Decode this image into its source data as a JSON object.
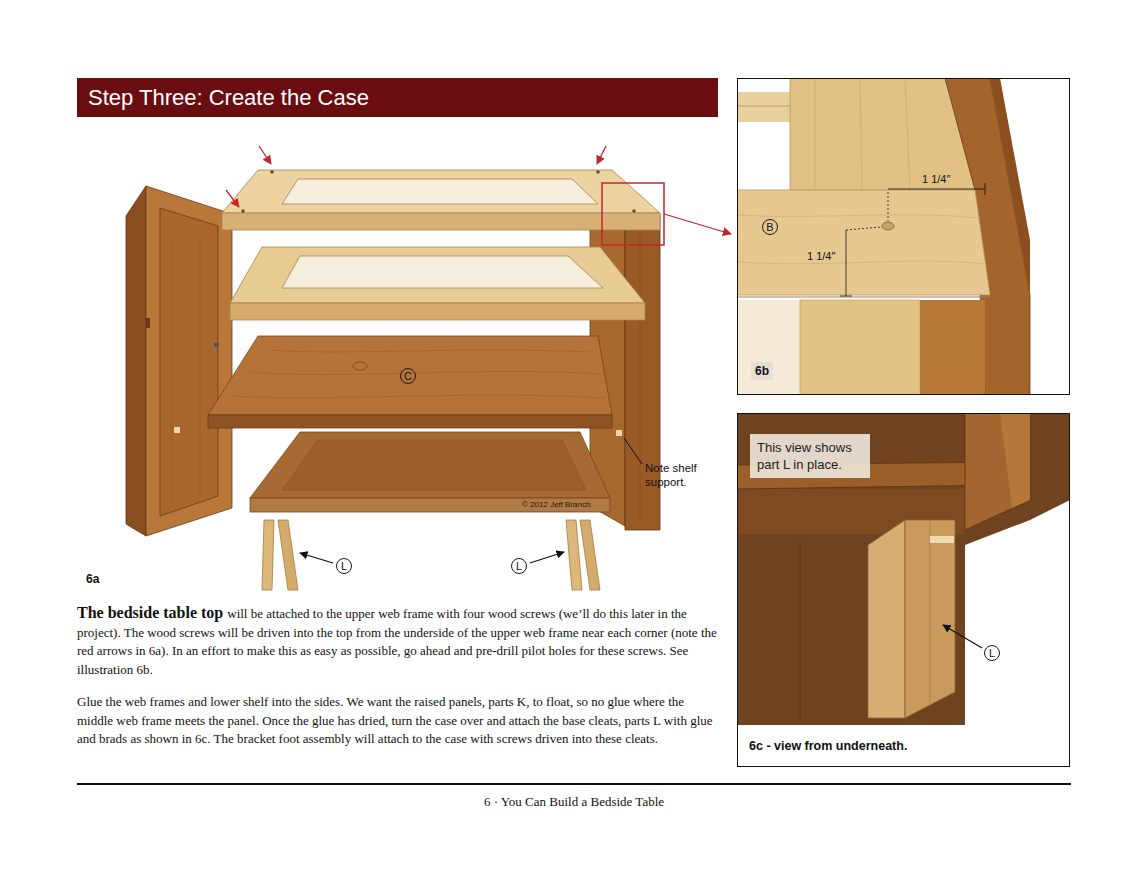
{
  "diagram": {
    "title": "Step Three: Create the Case",
    "nodes": [
      {
        "text": [
          "C"
        ]
      },
      {
        "text": [
          "L"
        ]
      },
      {
        "text": [
          "L"
        ]
      },
      {
        "text": [
          "6b"
        ]
      },
      {
        "text": [
          "B"
        ],
        "in": 3
      },
      {
        "text": [
          "6c - view from underneath."
        ]
      },
      {
        "text": [
          "This view shows part L in place."
        ],
        "in": 5
      },
      {
        "text": [
          "L"
        ],
        "in": 5
      }
    ],
    "labels": [
      "Note shelf support.",
      "© 2012 Jeff Branch",
      "6a",
      "1 1/4″",
      "1 1/4″",
      "The bedside table top",
      "will be attached to the upper web frame with four wood screws (we’ll do this later in the project). The wood screws will be driven into the top from the underside of the upper web frame near each corner (note the red arrows in 6a). In an effort to make this as easy as possible, go ahead and pre-drill pilot holes for these screws. See illustration 6b.",
      "Glue the web frames and lower shelf into the sides. We want the raised panels, parts K, to float, so no glue where the middle web frame meets the panel. Once the glue has dried, turn the case over and attach the base cleats, parts L with glue and brads as shown in 6c. The bracket foot assembly will attach to the case with screws driven into these cleats.",
      "6 · You Can Build a Bedside Table"
    ]
  }
}
